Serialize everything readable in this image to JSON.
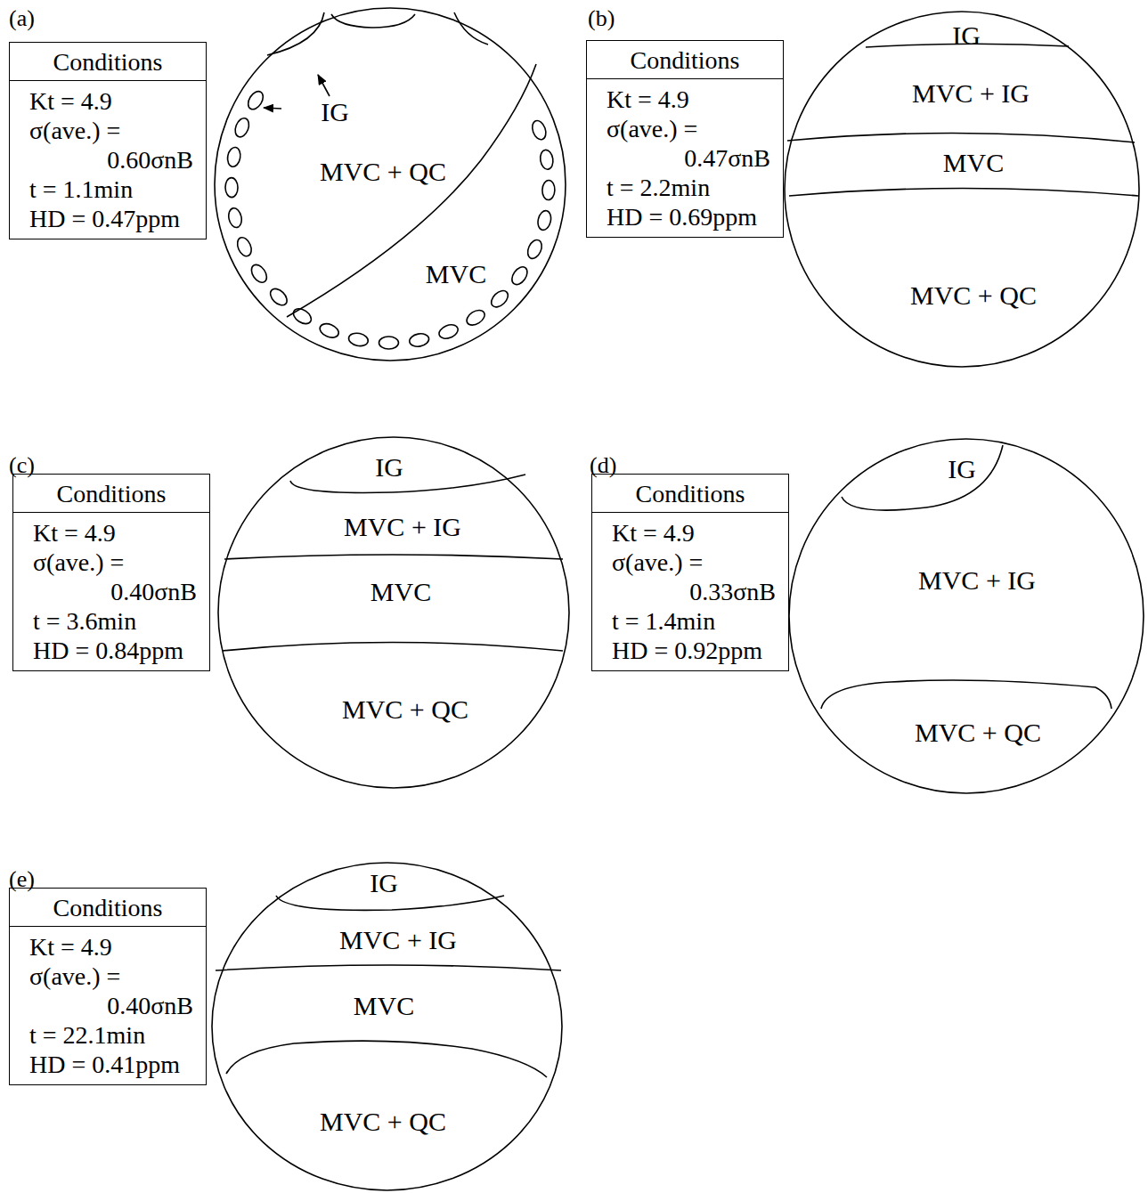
{
  "diagram": {
    "nodes": [
      {
        "text": [
          "Conditions",
          "Kt = 4.9",
          "σ(ave.) = 0.60σnB",
          "t = 1.1min",
          "HD = 0.47ppm"
        ]
      },
      {
        "text": [
          "IG",
          "MVC + QC",
          "MVC"
        ]
      },
      {
        "text": [
          "Conditions",
          "Kt = 4.9",
          "σ(ave.) = 0.47σnB",
          "t = 2.2min",
          "HD = 0.69ppm"
        ]
      },
      {
        "text": [
          "IG",
          "MVC + IG",
          "MVC",
          "MVC + QC"
        ]
      },
      {
        "text": [
          "Conditions",
          "Kt = 4.9",
          "σ(ave.) = 0.40σnB",
          "t = 3.6min",
          "HD = 0.84ppm"
        ]
      },
      {
        "text": [
          "IG",
          "MVC + IG",
          "MVC",
          "MVC + QC"
        ]
      },
      {
        "text": [
          "Conditions",
          "Kt = 4.9",
          "σ(ave.) = 0.33σnB",
          "t = 1.4min",
          "HD = 0.92ppm"
        ]
      },
      {
        "text": [
          "IG",
          "MVC + IG",
          "MVC + QC"
        ]
      },
      {
        "text": [
          "Conditions",
          "Kt = 4.9",
          "σ(ave.) = 0.40σnB",
          "t = 22.1min",
          "HD = 0.41ppm"
        ]
      },
      {
        "text": [
          "IG",
          "MVC + IG",
          "MVC",
          "MVC + QC"
        ]
      }
    ],
    "labels": [
      "(a)",
      "(b)",
      "(c)",
      "(d)",
      "(e)"
    ]
  }
}
